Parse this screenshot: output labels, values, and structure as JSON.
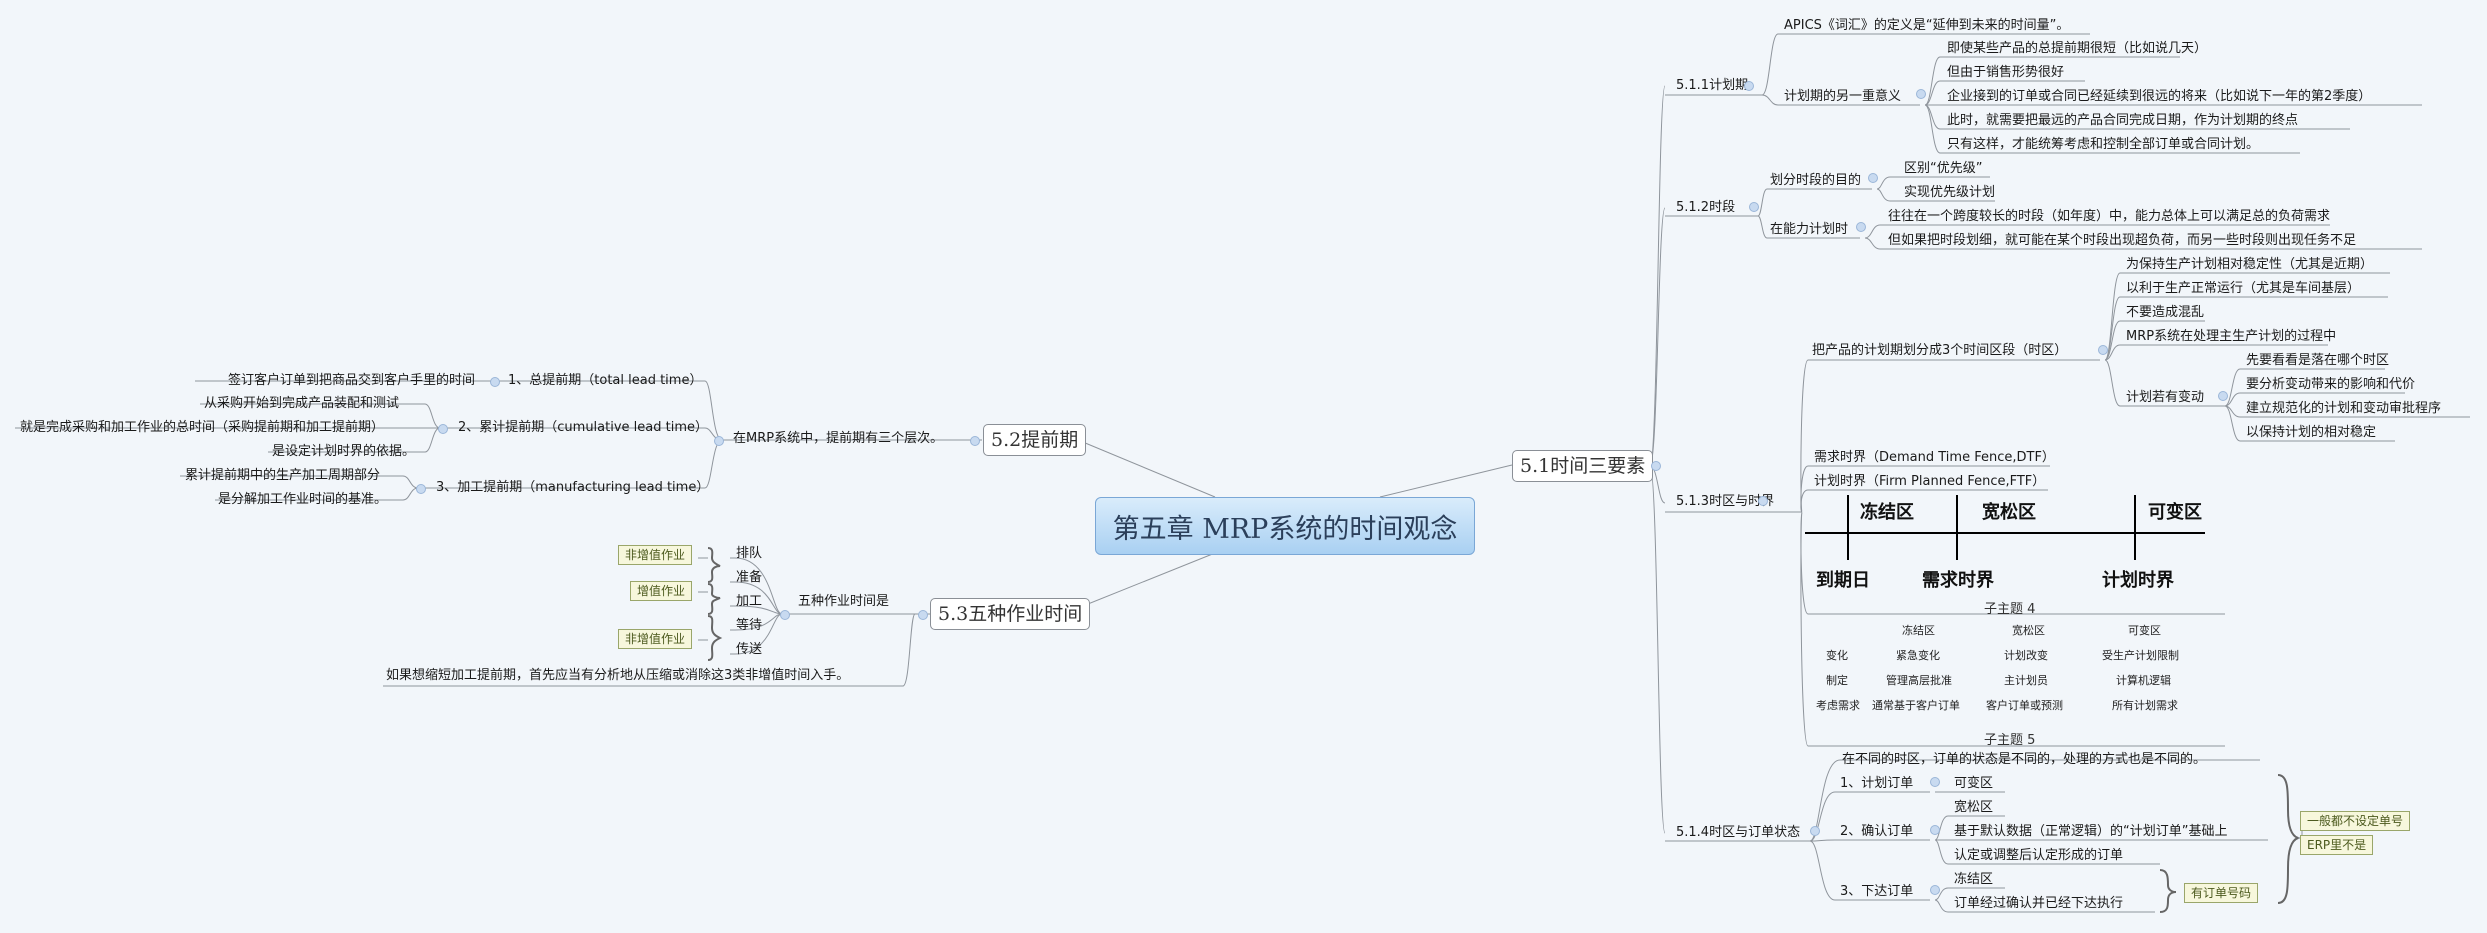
{
  "root": {
    "title": "第五章 MRP系统的时间观念"
  },
  "main": {
    "n51": "5.1时间三要素",
    "n52": "5.2提前期",
    "n53": "5.3五种作业时间"
  },
  "s511": {
    "label": "5.1.1计划期",
    "apics": "APICS《词汇》的定义是“延伸到未来的时间量”。",
    "other": "计划期的另一重意义",
    "items": [
      "即使某些产品的总提前期很短（比如说几天）",
      "但由于销售形势很好",
      "企业接到的订单或合同已经延续到很远的将来（比如说下一年的第2季度）",
      "此时，就需要把最远的产品合同完成日期，作为计划期的终点",
      "只有这样，才能统筹考虑和控制全部订单或合同计划。"
    ]
  },
  "s512": {
    "label": "5.1.2时段",
    "purpose": "划分时段的目的",
    "purpose_items": [
      "区别“优先级”",
      "实现优先级计划"
    ],
    "capacity": "在能力计划时",
    "capacity_items": [
      "往往在一个跨度较长的时段（如年度）中，能力总体上可以满足总的负荷需求",
      "但如果把时段划细，就可能在某个时段出现超负荷，而另一些时段则出现任务不足"
    ]
  },
  "s513": {
    "label": "5.1.3时区与时界",
    "divide": "把产品的计划期划分成3个时间区段（时区）",
    "divide_items": [
      "为保持生产计划相对稳定性（尤其是近期）",
      "以利于生产正常运行（尤其是车间基层）",
      "不要造成混乱",
      "MRP系统在处理主生产计划的过程中"
    ],
    "change": "计划若有变动",
    "change_items": [
      "先要看看是落在哪个时区",
      "要分析变动带来的影响和代价",
      "建立规范化的计划和变动审批程序",
      "以保持计划的相对稳定"
    ],
    "dtf": "需求时界（Demand Time Fence,DTF）",
    "ftf": "计划时界（Firm Planned Fence,FTF）",
    "timeline": {
      "zones": [
        "冻结区",
        "宽松区",
        "可变区"
      ],
      "marks": [
        "到期日",
        "需求时界",
        "计划时界"
      ]
    },
    "sub4": "子主题 4",
    "table": {
      "header": [
        "",
        "冻结区",
        "宽松区",
        "可变区"
      ],
      "rows": [
        [
          "变化",
          "紧急变化",
          "计划改变",
          "受生产计划限制"
        ],
        [
          "制定",
          "管理高层批准",
          "主计划员",
          "计算机逻辑"
        ],
        [
          "考虑需求",
          "通常基于客户订单",
          "客户订单或预测",
          "所有计划需求"
        ]
      ]
    },
    "sub5": "子主题 5"
  },
  "s514": {
    "label": "5.1.4时区与订单状态",
    "intro": "在不同的时区，订单的状态是不同的，处理的方式也是不同的。",
    "o1": "1、计划订单",
    "o1_items": [
      "可变区"
    ],
    "o2": "2、确认订单",
    "o2_items": [
      "宽松区",
      "基于默认数据（正常逻辑）的“计划订单”基础上",
      "认定或调整后认定形成的订单"
    ],
    "o3": "3、下达订单",
    "o3_items": [
      "冻结区",
      "订单经过确认并已经下达执行"
    ],
    "tag1": "一般都不设定单号",
    "tag2": "ERP里不是",
    "tag3": "有订单号码"
  },
  "s52": {
    "intro": "在MRP系统中，提前期有三个层次。",
    "l1": "1、总提前期（total lead time）",
    "l1_items": [
      "签订客户订单到把商品交到客户手里的时间"
    ],
    "l2": "2、累计提前期（cumulative lead time）",
    "l2_items": [
      "从采购开始到完成产品装配和测试",
      "就是完成采购和加工作业的总时间（采购提前期和加工提前期）",
      "是设定计划时界的依据。"
    ],
    "l3": "3、加工提前期（manufacturing lead time）",
    "l3_items": [
      "累计提前期中的生产加工周期部分",
      "是分解加工作业时间的基准。"
    ]
  },
  "s53": {
    "intro": "五种作业时间是",
    "items": [
      "排队",
      "准备",
      "加工",
      "等待",
      "传送"
    ],
    "tags": [
      "非增值作业",
      "增值作业",
      "非增值作业"
    ],
    "note": "如果想缩短加工提前期，首先应当有分析地从压缩或消除这3类非增值时间入手。"
  },
  "colors": {
    "line": "#8f959c",
    "root_bg": "#b6d7f3",
    "tag_bg": "#f7f7dc"
  }
}
